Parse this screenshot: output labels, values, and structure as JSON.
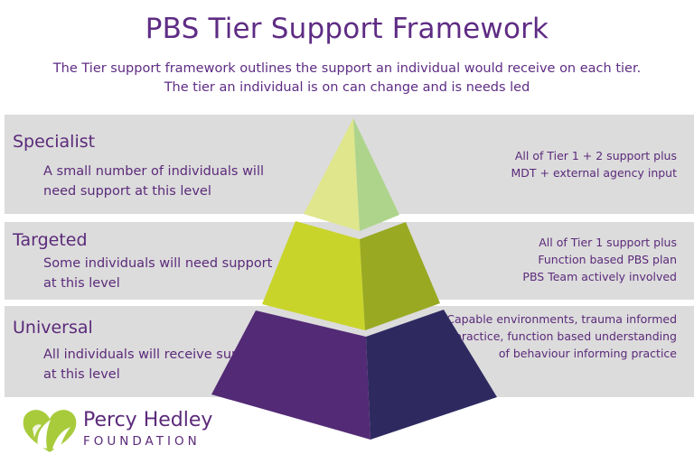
{
  "title": "PBS Tier Support Framework",
  "subtitle": {
    "line1": "The Tier support framework outlines the support an individual would receive on each tier.",
    "line2": "The tier an individual is on can change and is needs led"
  },
  "tiers": [
    {
      "name": "Specialist",
      "desc": [
        "A small number of individuals will",
        "need support at this level"
      ],
      "support": [
        "All of Tier 1 + 2 support plus",
        "MDT + external agency input"
      ]
    },
    {
      "name": "Targeted",
      "desc": [
        "Some individuals will need support",
        "at this level"
      ],
      "support": [
        "All of Tier 1 support plus",
        "Function based PBS plan",
        "PBS Team actively involved"
      ]
    },
    {
      "name": "Universal",
      "desc": [
        "All individuals will receive sup",
        "at this level"
      ],
      "support": [
        "Capable environments, trauma informed",
        "practice, function based understanding",
        "of  behaviour informing practice"
      ]
    }
  ],
  "colors": {
    "band": "#dcdcdc",
    "text": "#5b2a7a",
    "tier1_left": "#dfe68c",
    "tier1_right": "#aed48c",
    "tier2_left": "#c8d42a",
    "tier2_right": "#99a922",
    "tier3_left": "#532a75",
    "tier3_right": "#2e2a60",
    "logo_green": "#a8cb3c"
  },
  "logo": {
    "line1": "Percy Hedley",
    "line2": "FOUNDATION"
  }
}
